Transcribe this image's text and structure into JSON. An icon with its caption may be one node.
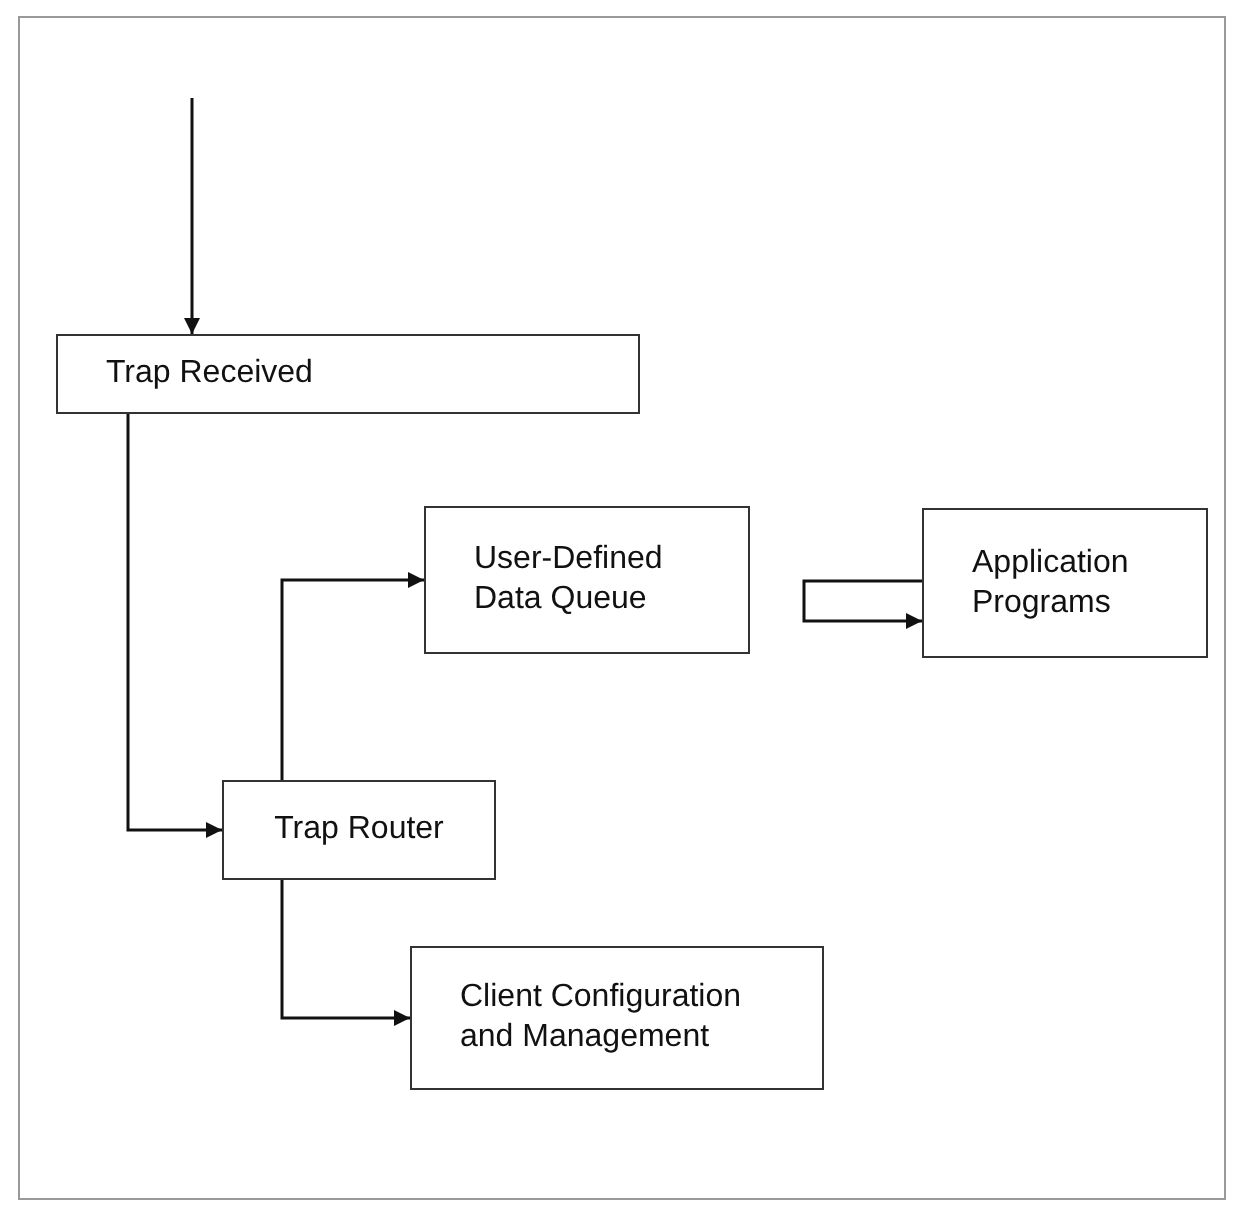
{
  "diagram": {
    "nodes": [
      {
        "text": [
          "Trap Received"
        ]
      },
      {
        "text": [
          "User-Defined Data Queue"
        ]
      },
      {
        "text": [
          "Application Programs"
        ]
      },
      {
        "text": [
          "Trap Router"
        ]
      },
      {
        "text": [
          "Client Configuration and Management"
        ]
      }
    ],
    "edges": [
      {
        "from": null,
        "to": 0,
        "arrow": "to"
      },
      {
        "from": 0,
        "to": 3,
        "arrow": "to"
      },
      {
        "from": 3,
        "to": 1,
        "arrow": "to"
      },
      {
        "from": 2,
        "to": 2,
        "arrow": "to"
      },
      {
        "from": 3,
        "to": 4,
        "arrow": "to"
      }
    ]
  }
}
